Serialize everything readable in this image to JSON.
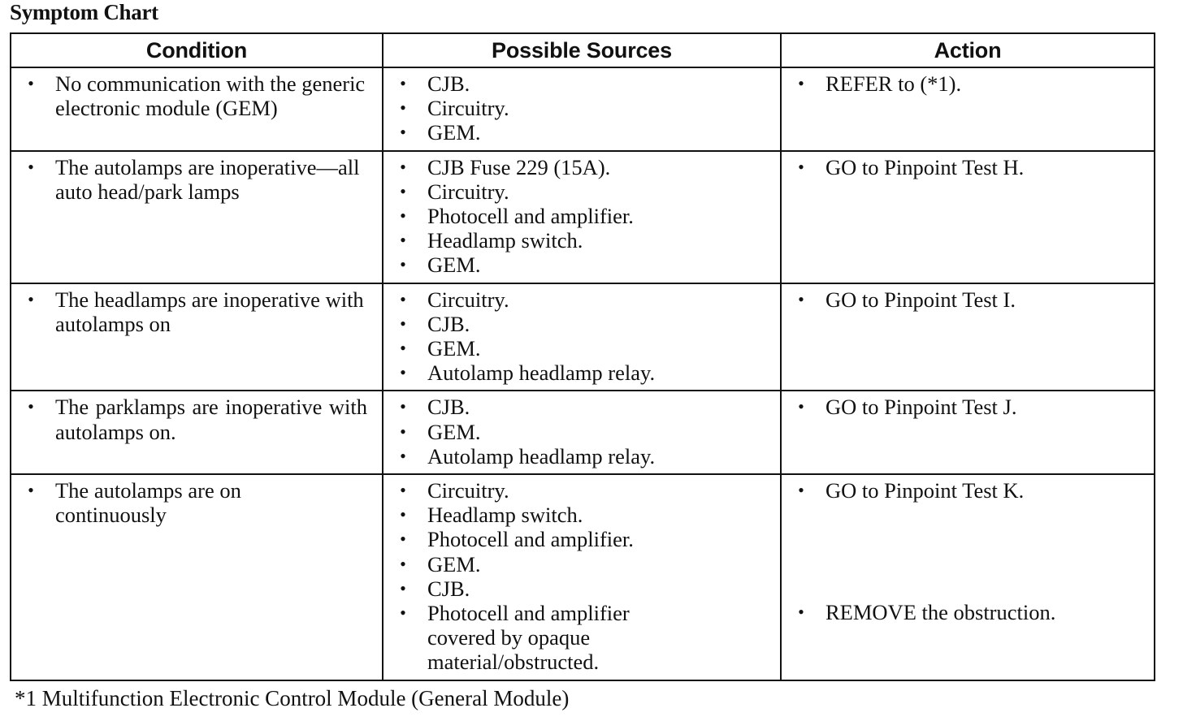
{
  "title": "Symptom Chart",
  "headers": {
    "condition": "Condition",
    "sources": "Possible Sources",
    "action": "Action"
  },
  "rows": [
    {
      "condition": "No communication with the generic electronic module (GEM)",
      "sources": [
        "CJB.",
        "Circuitry.",
        "GEM."
      ],
      "actions": [
        "REFER to (*1)."
      ]
    },
    {
      "condition": "The autolamps are inoperative—all auto head/park lamps",
      "sources": [
        "CJB Fuse 229 (15A).",
        "Circuitry.",
        "Photocell and amplifier.",
        "Headlamp switch.",
        "GEM."
      ],
      "actions": [
        "GO to Pinpoint Test H."
      ]
    },
    {
      "condition": "The headlamps are inoperative with autolamps on",
      "sources": [
        "Circuitry.",
        "CJB.",
        "GEM.",
        "Autolamp headlamp relay."
      ],
      "actions": [
        "GO to Pinpoint Test I."
      ]
    },
    {
      "condition": "The parklamps are inoperative with autolamps on.",
      "sources": [
        "CJB.",
        "GEM.",
        "Autolamp headlamp relay."
      ],
      "actions": [
        "GO to Pinpoint Test J."
      ]
    },
    {
      "condition": "The autolamps are on continuously",
      "sources": [
        "Circuitry.",
        "Headlamp switch.",
        "Photocell and amplifier.",
        "GEM.",
        "CJB.",
        "Photocell and amplifier covered by opaque material/obstructed."
      ],
      "actions": [
        "GO to Pinpoint Test K.",
        "REMOVE the obstruction."
      ]
    }
  ],
  "bullet_symbol": "•",
  "footnote": "*1 Multifunction Electronic Control Module (General Module)"
}
